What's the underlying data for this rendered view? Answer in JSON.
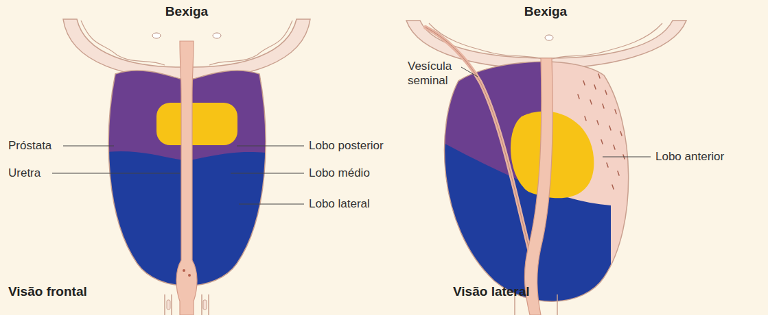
{
  "diagram": {
    "labels": [
      "Bexiga",
      "Bexiga",
      "Vesícula seminal",
      "Próstata",
      "Lobo posterior",
      "Lobo anterior",
      "Uretra",
      "Lobo médio",
      "Lobo lateral",
      "Visão frontal",
      "Visão lateral"
    ]
  }
}
